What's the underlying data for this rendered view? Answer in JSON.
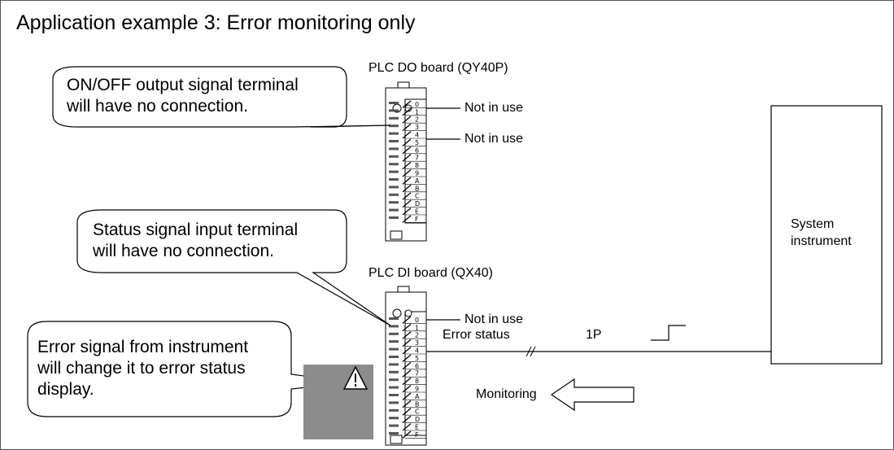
{
  "title": "Application example 3: Error monitoring only",
  "do_board": {
    "label": "PLC DO board (QY40P)",
    "terminals": [
      "0",
      "1",
      "2",
      "3",
      "4",
      "5",
      "6",
      "7",
      "8",
      "9",
      "A",
      "B",
      "C",
      "D",
      "E",
      "F"
    ],
    "not_in_use_1": "Not in use",
    "not_in_use_2": "Not in use"
  },
  "di_board": {
    "label": "PLC DI board (QX40)",
    "terminals": [
      "0",
      "1",
      "2",
      "3",
      "4",
      "5",
      "6",
      "7",
      "8",
      "9",
      "A",
      "B",
      "C",
      "D",
      "E",
      "F"
    ],
    "not_in_use": "Not in use"
  },
  "callouts": {
    "onoff": [
      "ON/OFF output signal terminal",
      "will have no connection."
    ],
    "status": [
      "Status signal input terminal",
      "will have no connection."
    ],
    "error": [
      "Error signal from instrument",
      "will change it to error status",
      "display."
    ]
  },
  "wire": {
    "error_status": "Error status",
    "count": "1P"
  },
  "monitoring": "Monitoring",
  "instrument": {
    "line1": "System",
    "line2": "instrument"
  },
  "warning_icon": "warning-triangle-icon",
  "colors": {
    "warning_box": "#8c8c8c",
    "line": "#000000"
  }
}
